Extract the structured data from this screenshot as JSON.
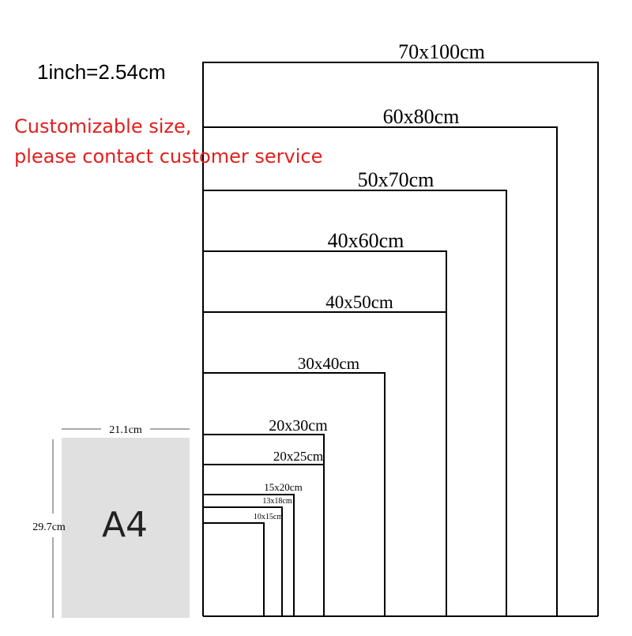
{
  "conversion_note": "1inch=2.54cm",
  "custom_note": {
    "line1": "Customizable size,",
    "line2": "please contact customer service"
  },
  "sizes": [
    {
      "label": "70x100cm",
      "width_cm": 70,
      "height_cm": 100
    },
    {
      "label": "60x80cm",
      "width_cm": 60,
      "height_cm": 80
    },
    {
      "label": "50x70cm",
      "width_cm": 50,
      "height_cm": 70
    },
    {
      "label": "40x60cm",
      "width_cm": 40,
      "height_cm": 60
    },
    {
      "label": "40x50cm",
      "width_cm": 40,
      "height_cm": 50
    },
    {
      "label": "30x40cm",
      "width_cm": 30,
      "height_cm": 40
    },
    {
      "label": "20x30cm",
      "width_cm": 20,
      "height_cm": 30
    },
    {
      "label": "20x25cm",
      "width_cm": 20,
      "height_cm": 25
    },
    {
      "label": "15x20cm",
      "width_cm": 15,
      "height_cm": 20
    },
    {
      "label": "13x18cm",
      "width_cm": 13,
      "height_cm": 18
    },
    {
      "label": "10x15cm",
      "width_cm": 10,
      "height_cm": 15
    }
  ],
  "a4": {
    "label": "A4",
    "width_label": "21.1cm",
    "height_label": "29.7cm",
    "fill_color": "#e0e0e0"
  }
}
